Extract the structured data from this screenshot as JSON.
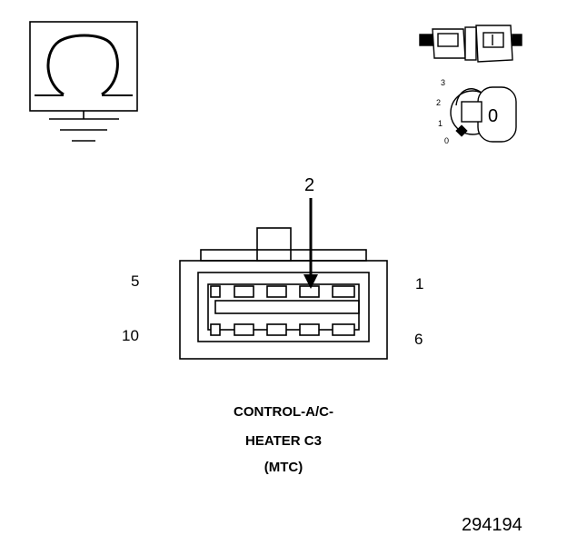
{
  "connector": {
    "arrow_pin": "2",
    "pin_labels": {
      "top_left": "5",
      "bottom_left": "10",
      "top_right": "1",
      "bottom_right": "6"
    }
  },
  "key_icon": {
    "positions": [
      "3",
      "2",
      "1",
      "0"
    ],
    "key_label": "0"
  },
  "caption": {
    "line1": "CONTROL-A/C-",
    "line2": "HEATER C3",
    "line3": "(MTC)"
  },
  "figure_number": "294194"
}
